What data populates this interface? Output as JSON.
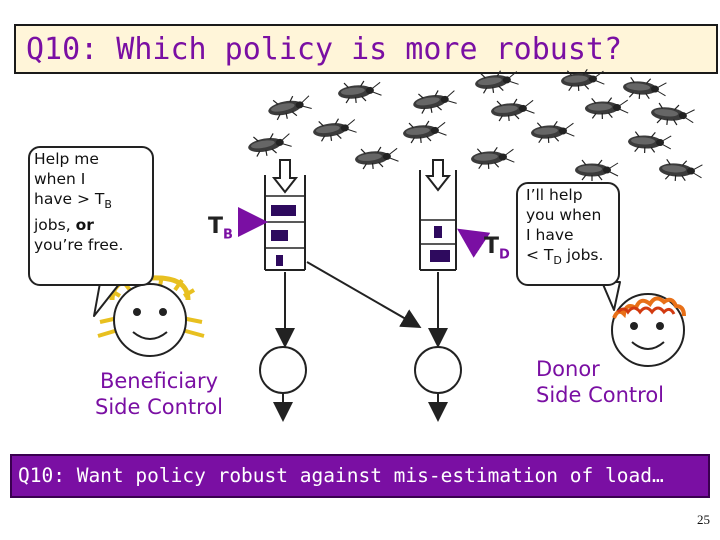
{
  "title": "Q10: Which policy is more robust?",
  "left_bubble": {
    "lines": [
      "Help me",
      "when I",
      "have > T",
      "jobs, ",
      "you’re free."
    ],
    "sub": "B",
    "bold_word": "or"
  },
  "right_bubble": {
    "lines": [
      "I’ll help",
      "you when",
      "I have",
      "< T",
      " jobs."
    ],
    "sub": "D"
  },
  "labels": {
    "tb_main": "T",
    "tb_sub": "B",
    "td_main": "T",
    "td_sub": "D"
  },
  "captions": {
    "left": [
      "Beneficiary",
      "Side Control"
    ],
    "right": [
      "Donor",
      "Side Control"
    ]
  },
  "footer": "Q10: Want policy robust against mis-estimation of load…",
  "page_number": "25",
  "colors": {
    "accent": "#7a0fa3",
    "title_bg": "#fff5d9",
    "job": "#2e0a5e"
  }
}
